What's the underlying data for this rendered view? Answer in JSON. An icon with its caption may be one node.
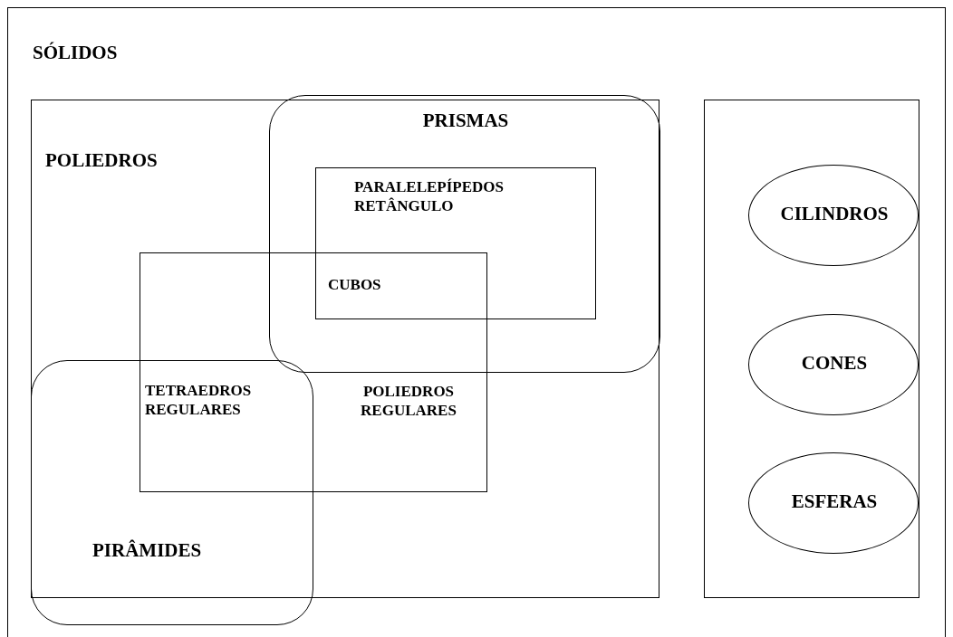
{
  "diagram": {
    "nodes": [
      {
        "text": [
          "SÓLIDOS"
        ]
      },
      {
        "text": [
          "POLIEDROS"
        ],
        "in": 0
      },
      {
        "text": [
          "PRISMAS"
        ],
        "in": 1
      },
      {
        "text": [
          "PARALELEPÍPEDOS RETÂNGULO"
        ],
        "in": 2
      },
      {
        "text": [
          "POLIEDROS REGULARES"
        ],
        "in": 1
      },
      {
        "text": [
          "PIRÂMIDES"
        ],
        "in": 0
      },
      {
        "text": [],
        "shape": "box",
        "in": 0
      },
      {
        "text": [
          "CILINDROS"
        ],
        "in": 6
      },
      {
        "text": [
          "CONES"
        ],
        "in": 6
      },
      {
        "text": [
          "ESFERAS"
        ],
        "in": 6
      }
    ],
    "edges": [],
    "labels": [
      "CUBOS",
      "TETRAEDROS REGULARES"
    ]
  }
}
